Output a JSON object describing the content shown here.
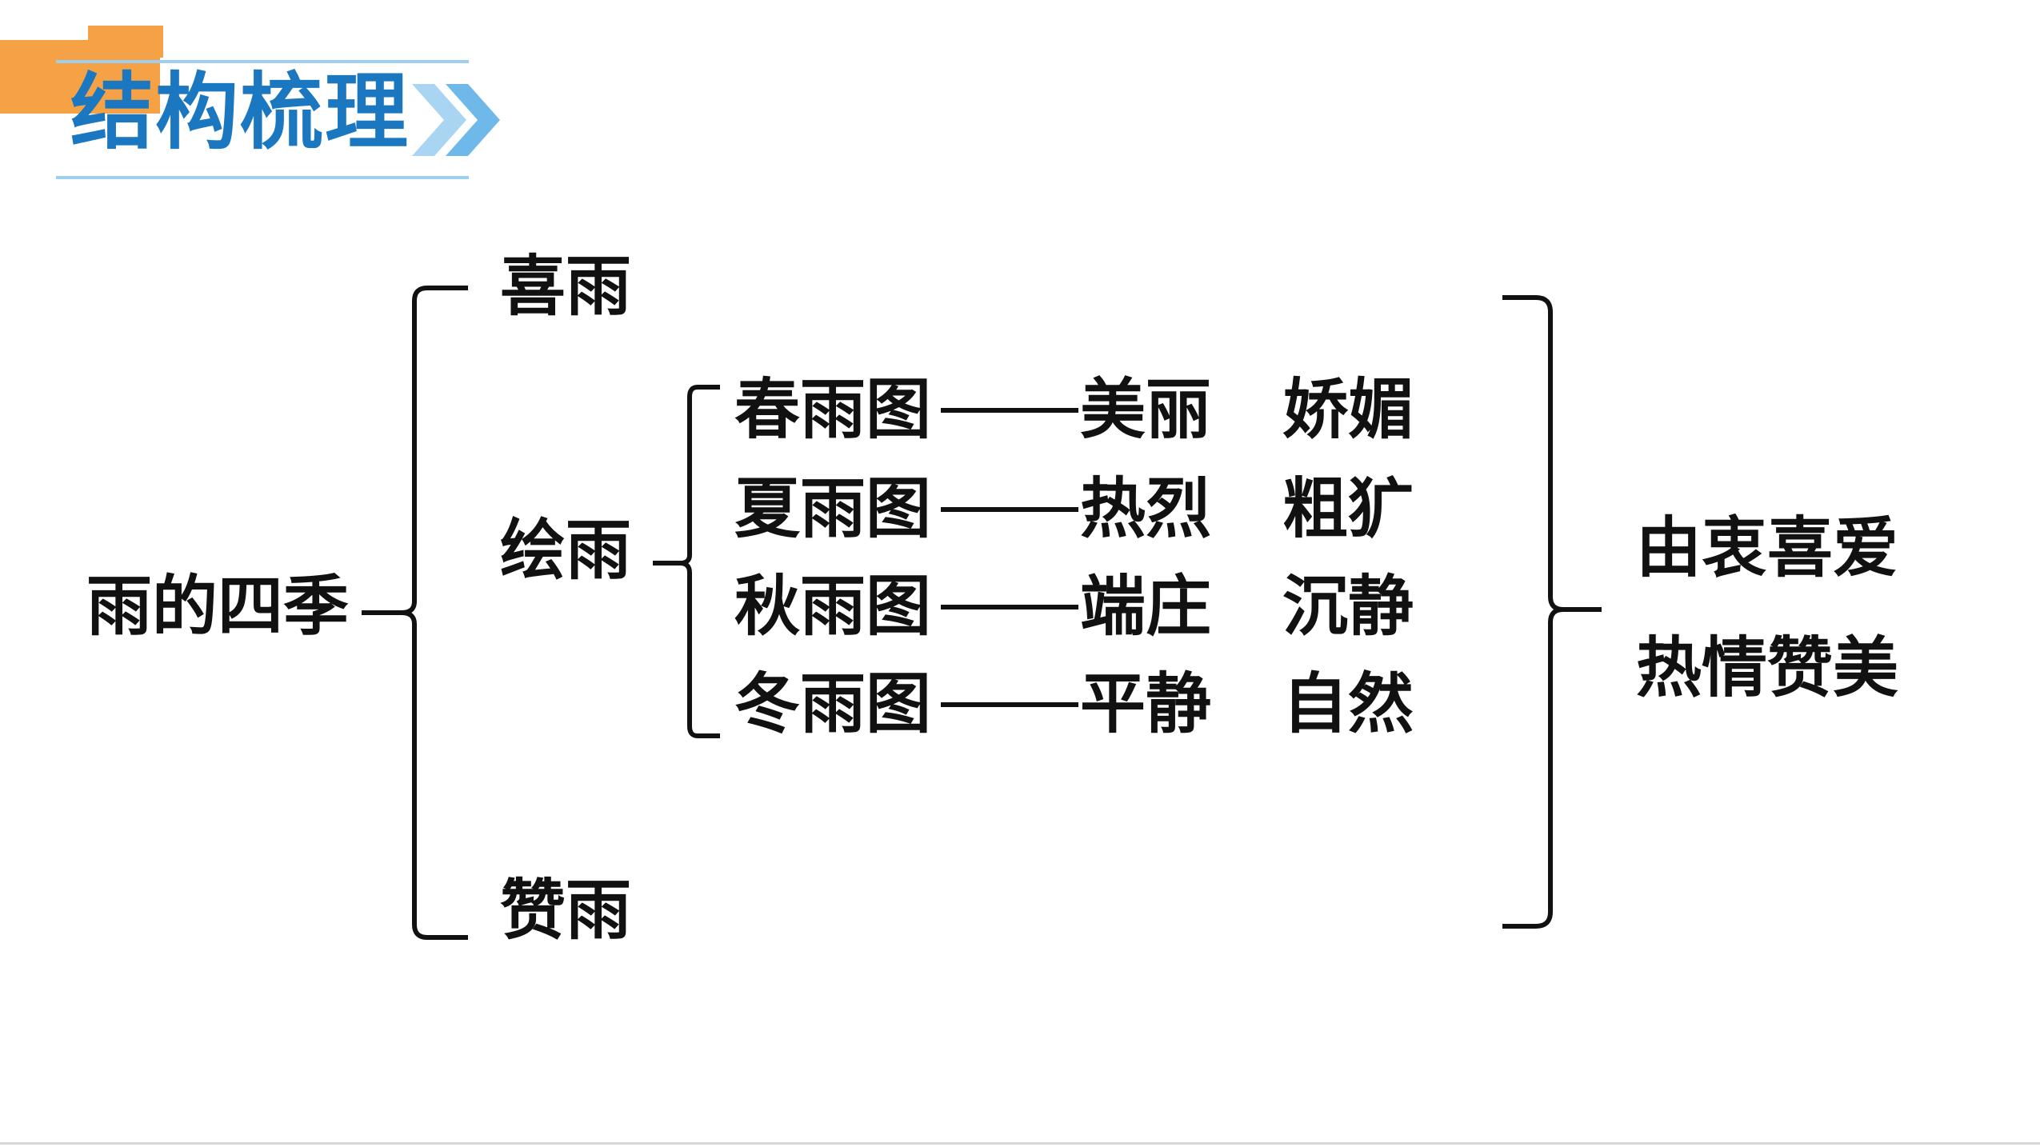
{
  "header": {
    "title": "结构梳理",
    "accent_color": "#1a77c0",
    "block_color": "#f5a246",
    "rule_color": "#9fcff0",
    "chevron_icon": "double-chevron-right-icon"
  },
  "diagram": {
    "root": "雨的四季",
    "level1": [
      "喜雨",
      "绘雨",
      "赞雨"
    ],
    "scenes": [
      {
        "name": "春雨图",
        "dash": "——",
        "attr1": "美丽",
        "attr2": "娇媚"
      },
      {
        "name": "夏雨图",
        "dash": "——",
        "attr1": "热烈",
        "attr2": "粗犷"
      },
      {
        "name": "秋雨图",
        "dash": "——",
        "attr1": "端庄",
        "attr2": "沉静"
      },
      {
        "name": "冬雨图",
        "dash": "——",
        "attr1": "平静",
        "attr2": "自然"
      }
    ],
    "summary": [
      "由衷喜爱",
      "热情赞美"
    ]
  }
}
